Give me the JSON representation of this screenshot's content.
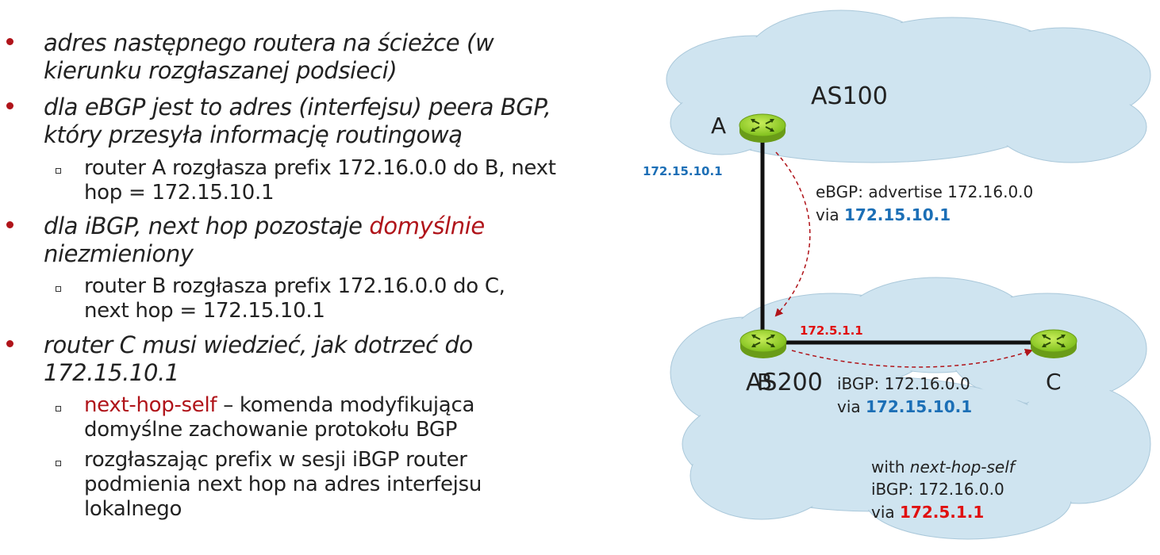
{
  "bullets": [
    {
      "line1": "adres następnego routera na ścieżce (w",
      "line2": "kierunku rozgłaszanej podsieci)"
    },
    {
      "line1": "dla eBGP jest to adres (interfejsu) peera BGP,",
      "line2": "który przesyła informację routingową"
    },
    {
      "line1_pre": "dla iBGP, next hop pozostaje ",
      "line1_red": "domyślnie",
      "line2": "niezmieniony"
    },
    {
      "line1": "router C musi wiedzieć, jak dotrzeć do",
      "line2": "172.15.10.1"
    }
  ],
  "sub_bullets": [
    {
      "line1": "router A rozgłasza prefix 172.16.0.0 do B, next",
      "line2": "hop = 172.15.10.1"
    },
    {
      "line1": "router B rozgłasza prefix 172.16.0.0 do C,",
      "line2": "next hop = 172.15.10.1"
    },
    {
      "line1_red": "next-hop-self",
      "line1_rest": " – komenda modyfikująca",
      "line2": "domyślne zachowanie protokołu BGP"
    },
    {
      "line1": "rozgłaszając prefix w sesji iBGP router",
      "line2": "podmienia next hop na adres interfejsu",
      "line3": "lokalnego"
    }
  ],
  "diagram": {
    "as_top": "AS100",
    "as_bottom": "AS200",
    "router_a": "A",
    "router_b": "B",
    "router_c": "C",
    "ip_a": "172.15.10.1",
    "ip_b": "172.5.1.1",
    "ebgp_line1": "eBGP: advertise 172.16.0.0",
    "ebgp_via": "via ",
    "ebgp_ip": "172.15.10.1",
    "ibgp_line1": "iBGP: 172.16.0.0",
    "ibgp_via": "via ",
    "ibgp_ip": "172.15.10.1",
    "nhs_with": "with ",
    "nhs_italic": "next-hop-self",
    "nhs_line2": "iBGP: 172.16.0.0",
    "nhs_via": "via ",
    "nhs_ip": "172.5.1.1"
  },
  "colors": {
    "bullet_red": "#b0141a",
    "ip_blue": "#1c6fb6",
    "ip_red": "#e01010",
    "cloud": "#cfe4f0",
    "router_green": "#9ed62a"
  }
}
